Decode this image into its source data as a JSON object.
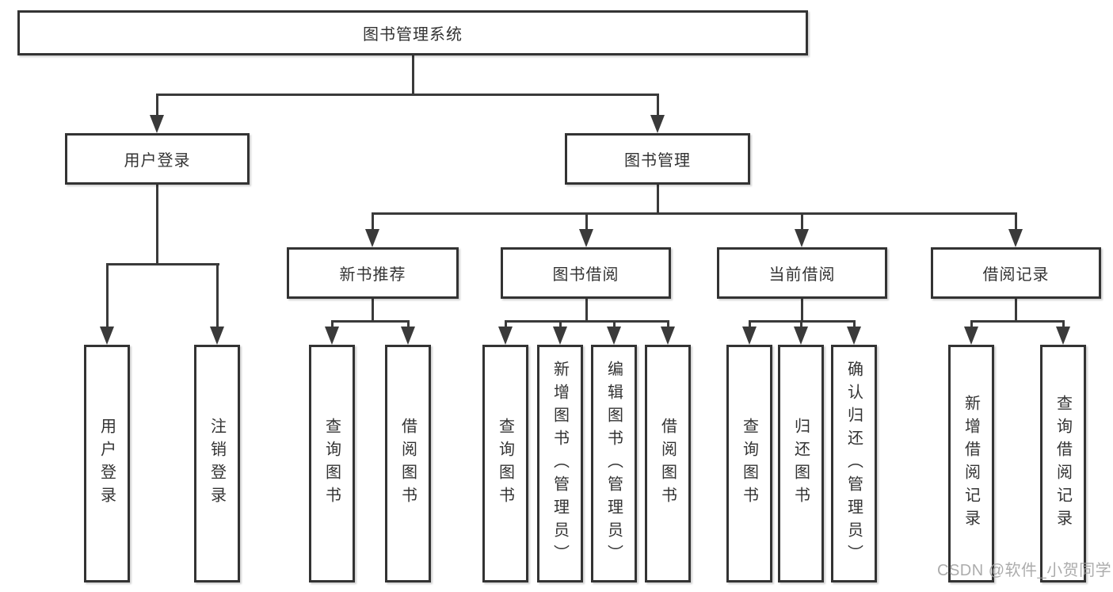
{
  "diagram_title": "图书管理系统",
  "nodes": {
    "root": "图书管理系统",
    "user_login": "用户登录",
    "book_management": "图书管理",
    "new_book_recommend": "新书推荐",
    "book_borrowing": "图书借阅",
    "current_borrowing": "当前借阅",
    "borrowing_records": "借阅记录"
  },
  "leaves": {
    "user_login": [
      "用户登录",
      "注销登录"
    ],
    "new_book_recommend": [
      "查询图书",
      "借阅图书"
    ],
    "book_borrowing": [
      "查询图书",
      "新增图书（管理员）",
      "编辑图书（管理员）",
      "借阅图书"
    ],
    "current_borrowing": [
      "查询图书",
      "归还图书",
      "确认归还（管理员）"
    ],
    "borrowing_records": [
      "新增借阅记录",
      "查询借阅记录"
    ]
  },
  "watermark": "CSDN @软件_小贺同学",
  "colors": {
    "line": "#3a3a3a",
    "border": "#333333",
    "text": "#333333",
    "background": "#ffffff",
    "watermark": "#9e9e9e"
  }
}
